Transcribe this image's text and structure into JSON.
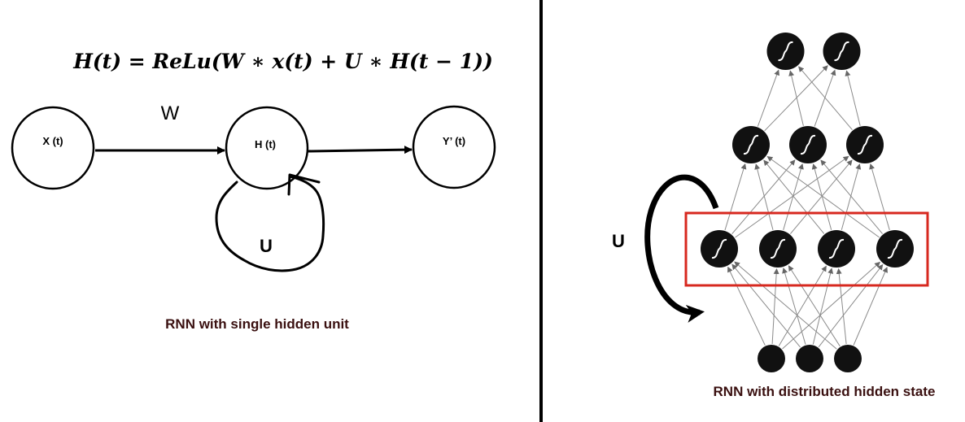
{
  "left": {
    "formula": "H(t) = ReLu(W ∗ x(t) + U ∗ H(t − 1))",
    "nodes": {
      "x": "X (t)",
      "h": "H (t)",
      "y": "Y’ (t)"
    },
    "edge_w": "W",
    "loop_u": "U",
    "caption": "RNN with single hidden unit"
  },
  "right": {
    "loop_u": "U",
    "caption": "RNN with distributed hidden state",
    "layers": {
      "output": 2,
      "upper_hidden": 3,
      "hidden": 4,
      "input": 3
    },
    "highlight_color": "#d7281f"
  }
}
